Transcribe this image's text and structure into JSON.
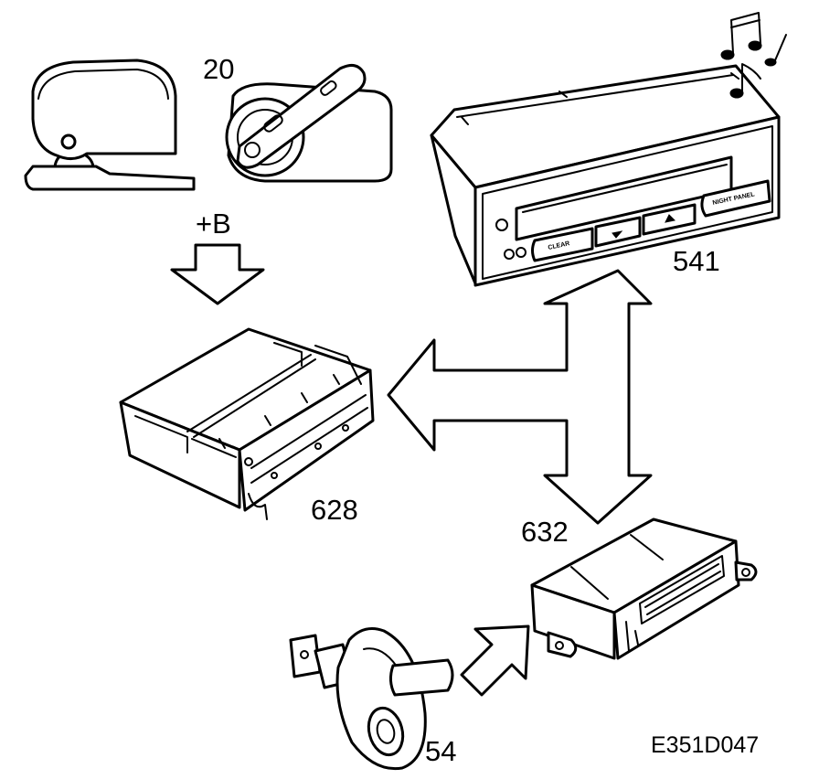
{
  "labels": {
    "ignition_switch": "20",
    "power": "+B",
    "display_unit": "541",
    "control_module": "628",
    "audio_module": "632",
    "door_switch": "54",
    "figure_code": "E351D047"
  },
  "display_buttons": {
    "clear": "CLEAR",
    "night_panel": "NIGHT PANEL"
  }
}
